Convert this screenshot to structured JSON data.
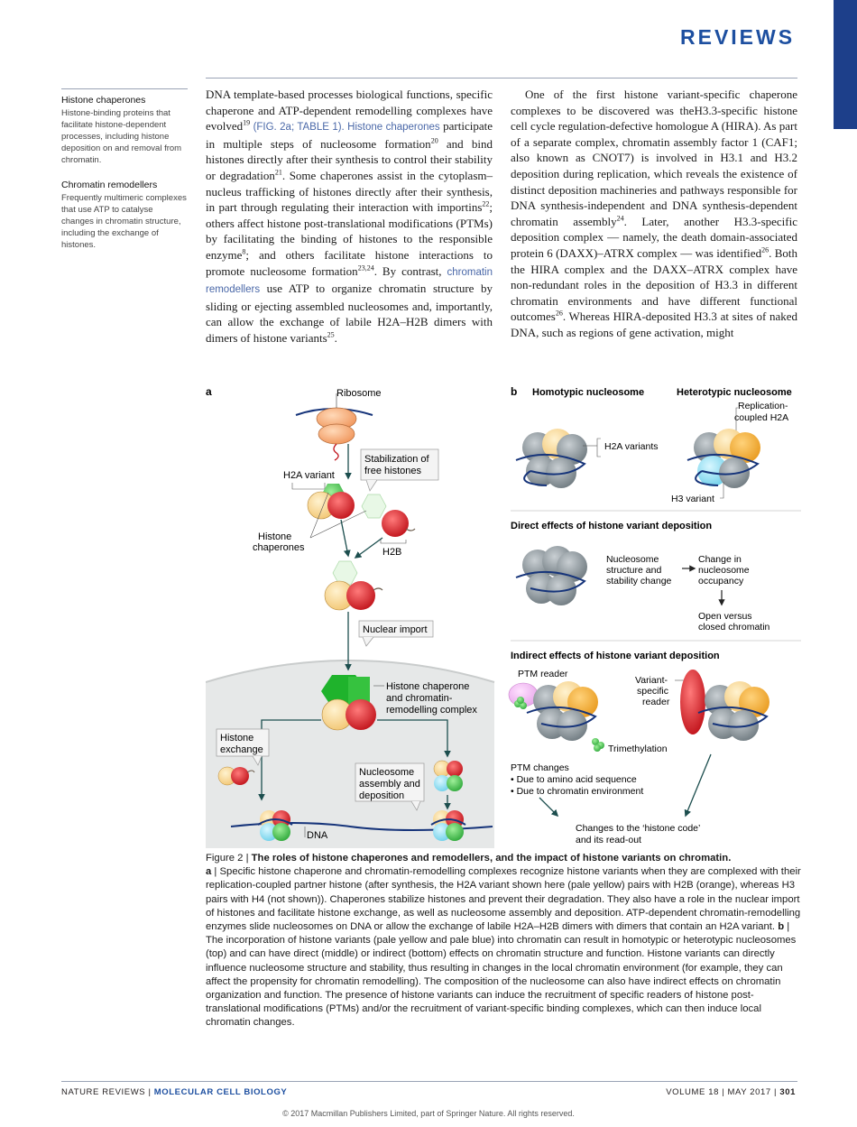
{
  "header": {
    "section": "REVIEWS"
  },
  "sidebar": {
    "items": [
      {
        "term": "Histone chaperones",
        "definition": "Histone-binding proteins that facilitate histone-dependent processes, including histone deposition on and removal from chromatin."
      },
      {
        "term": "Chromatin remodellers",
        "definition": "Frequently multimeric complexes that use ATP to catalyse changes in chromatin structure, including the exchange of histones."
      }
    ]
  },
  "body": {
    "col1": {
      "t1": "DNA template-based processes biological functions, specific chaperone and ATP-dependent remodelling complexes have evolved",
      "r1": "19",
      "t2": " (FIG. 2a; TABLE 1). ",
      "kw1": "Histone chaperones",
      "t3": " participate in multiple steps of nucleosome formation",
      "r2": "20",
      "t4": " and bind histones directly after their synthesis to control their stability or degradation",
      "r3": "21",
      "t5": ". Some chaperones assist in the cytoplasm–nucleus trafficking of histones directly after their synthesis, in part through regulating their interaction with importins",
      "r4": "22",
      "t6": "; others affect histone post-translational modifications (PTMs) by facilitating the binding of histones to the responsible enzyme",
      "r5": "8",
      "t7": "; and others facilitate histone interactions to promote nucleosome formation",
      "r6": "23,24",
      "t8": ". By contrast, ",
      "kw2": "chromatin remodellers",
      "t9": " use ATP to organize chromatin structure by sliding or ejecting assembled nucleosomes and, importantly, can allow the exchange of labile H2A–H2B dimers with dimers of histone variants",
      "r7": "25",
      "t10": "."
    },
    "col2": {
      "t1": "One of the first histone variant-specific chaperone complexes to be discovered was theH3.3-specific histone cell cycle regulation-defective homologue A (HIRA). As part of a separate complex, chromatin assembly factor 1 (CAF1; also known as CNOT7) is involved in H3.1 and H3.2 deposition during replication, which reveals the existence of distinct deposition machineries and pathways responsible for DNA synthesis-independent and DNA synthesis-dependent chromatin assembly",
      "r1": "24",
      "t2": ". Later, another H3.3-specific deposition complex — namely, the death domain-associated protein 6 (DAXX)–ATRX complex — was identified",
      "r2": "26",
      "t3": ". Both the HIRA complex and the DAXX–ATRX complex have non-redundant roles in the deposition of H3.3 in different chromatin environments and have different functional outcomes",
      "r3": "26",
      "t4": ". Whereas HIRA-deposited H3.3 at sites of naked DNA, such as regions of gene activation, might"
    }
  },
  "figure": {
    "panel_a": {
      "letter": "a",
      "ribosome": "Ribosome",
      "stabilization_1": "Stabilization of",
      "stabilization_2": "free histones",
      "h2a_variant": "H2A variant",
      "histone_chaperones_1": "Histone",
      "histone_chaperones_2": "chaperones",
      "h2b": "H2B",
      "nuclear_import": "Nuclear import",
      "complex_1": "Histone chaperone",
      "complex_2": "and chromatin-",
      "complex_3": "remodelling complex",
      "exchange_1": "Histone",
      "exchange_2": "exchange",
      "assembly_1": "Nucleosome",
      "assembly_2": "assembly and",
      "assembly_3": "deposition",
      "dna": "DNA"
    },
    "panel_b": {
      "letter": "b",
      "homotypic": "Homotypic nucleosome",
      "heterotypic": "Heterotypic nucleosome",
      "replication_1": "Replication-",
      "replication_2": "coupled H2A",
      "h2a_variants": "H2A variants",
      "h3_variant": "H3 variant",
      "direct_title": "Direct effects of histone variant deposition",
      "structure_1": "Nucleosome",
      "structure_2": "structure and",
      "structure_3": "stability change",
      "occupancy_1": "Change in",
      "occupancy_2": "nucleosome",
      "occupancy_3": "occupancy",
      "open_1": "Open versus",
      "open_2": "closed chromatin",
      "indirect_title": "Indirect effects of histone variant deposition",
      "ptm_reader": "PTM reader",
      "variant_reader_1": "Variant-",
      "variant_reader_2": "specific",
      "variant_reader_3": "reader",
      "trimethylation": "Trimethylation",
      "ptm_changes": "PTM changes",
      "bullet_1": "• Due to amino acid sequence",
      "bullet_2": "• Due to chromatin environment",
      "code_1": "Changes to the ‘histone code’",
      "code_2": "and its read-out"
    }
  },
  "caption": {
    "label": "Figure 2 | ",
    "title": "The roles of histone chaperones and remodellers, and the impact of histone variants on chromatin.",
    "a_label": "a",
    "a_text": " | Specific histone chaperone and chromatin-remodelling complexes recognize histone variants when they are complexed with their replication-coupled partner histone (after synthesis, the H2A variant shown here (pale yellow) pairs with H2B (orange), whereas H3 pairs with H4 (not shown)). Chaperones stabilize histones and prevent their degradation. They also have a role in the nuclear import of histones and facilitate histone exchange, as well as nucleosome assembly and deposition. ATP-dependent chromatin-remodelling enzymes slide nucleosomes on DNA or allow the exchange of labile H2A–H2B dimers with dimers that contain an H2A variant. ",
    "b_label": "b",
    "b_text": " | The incorporation of histone variants (pale yellow and pale blue) into chromatin can result in homotypic or heterotypic nucleosomes (top) and can have direct (middle) or indirect (bottom) effects on chromatin structure and function. Histone variants can directly influence nucleosome structure and stability, thus resulting in changes in the local chromatin environment (for example, they can affect the propensity for chromatin remodelling). The composition of the nucleosome can also have indirect effects on chromatin organization and function. The presence of histone variants can induce the recruitment of specific readers of histone post-translational modifications (PTMs) and/or the recruitment of variant-specific binding complexes, which can then induce local chromatin changes."
  },
  "footer": {
    "journal_1": "NATURE REVIEWS | ",
    "journal_2": "MOLECULAR CELL BIOLOGY",
    "volume": "VOLUME 18 | MAY 2017 | ",
    "page": "301",
    "copyright": "© 2017 Macmillan Publishers Limited, part of Springer Nature. All rights reserved."
  }
}
